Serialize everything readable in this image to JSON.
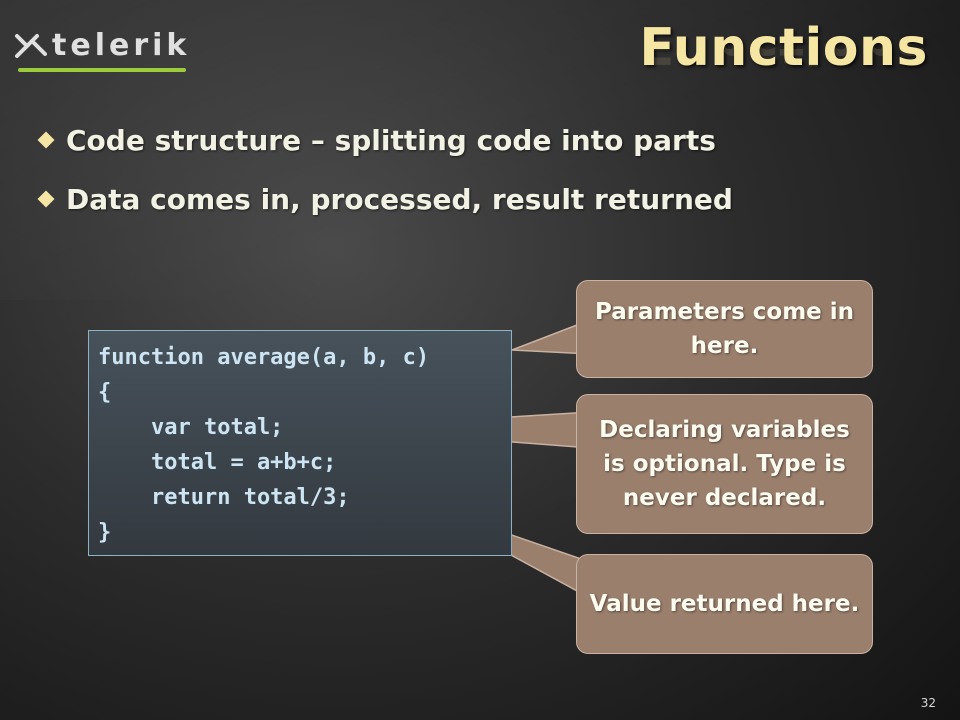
{
  "slide": {
    "logo_text": "telerik",
    "title": "Functions",
    "bullets": [
      "Code structure – splitting code into parts",
      "Data comes in, processed, result returned"
    ],
    "code_lines": [
      "function average(a, b, c)",
      "{",
      "    var total;",
      "    total = a+b+c;",
      "    return total/3;",
      "}"
    ],
    "callouts": [
      {
        "text": "Parameters come in here."
      },
      {
        "text": "Declaring variables is optional. Type is never declared."
      },
      {
        "text": "Value returned here."
      }
    ],
    "page_number": "32"
  },
  "colors": {
    "title": "#f6e6a4",
    "logo_accent": "#9ccc3c",
    "callout_fill": "#9b7f6d",
    "code_text": "#cde4f3",
    "code_border": "#8fb3c6"
  },
  "icons": {
    "logo_mark": "telerik-logo-icon",
    "bullet": "diamond-bullet-icon"
  }
}
